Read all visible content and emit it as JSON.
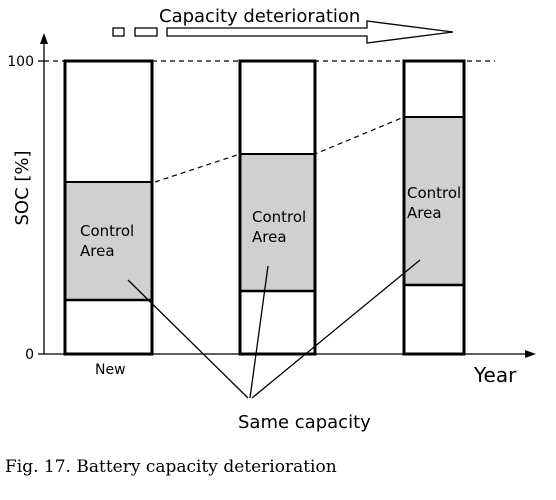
{
  "diagram": {
    "arrow_label": "Capacity deterioration",
    "y_axis_label": "SOC [%]",
    "x_axis_label": "Year",
    "tick_top": "100",
    "tick_bottom": "0",
    "bar_new_label": "New",
    "control_area_line1": "Control",
    "control_area_line2": "Area",
    "same_capacity_label": "Same capacity",
    "control_fill_color": "#d0d0d0",
    "line_color": "#000000"
  },
  "caption": "Fig. 17. Battery capacity deterioration"
}
